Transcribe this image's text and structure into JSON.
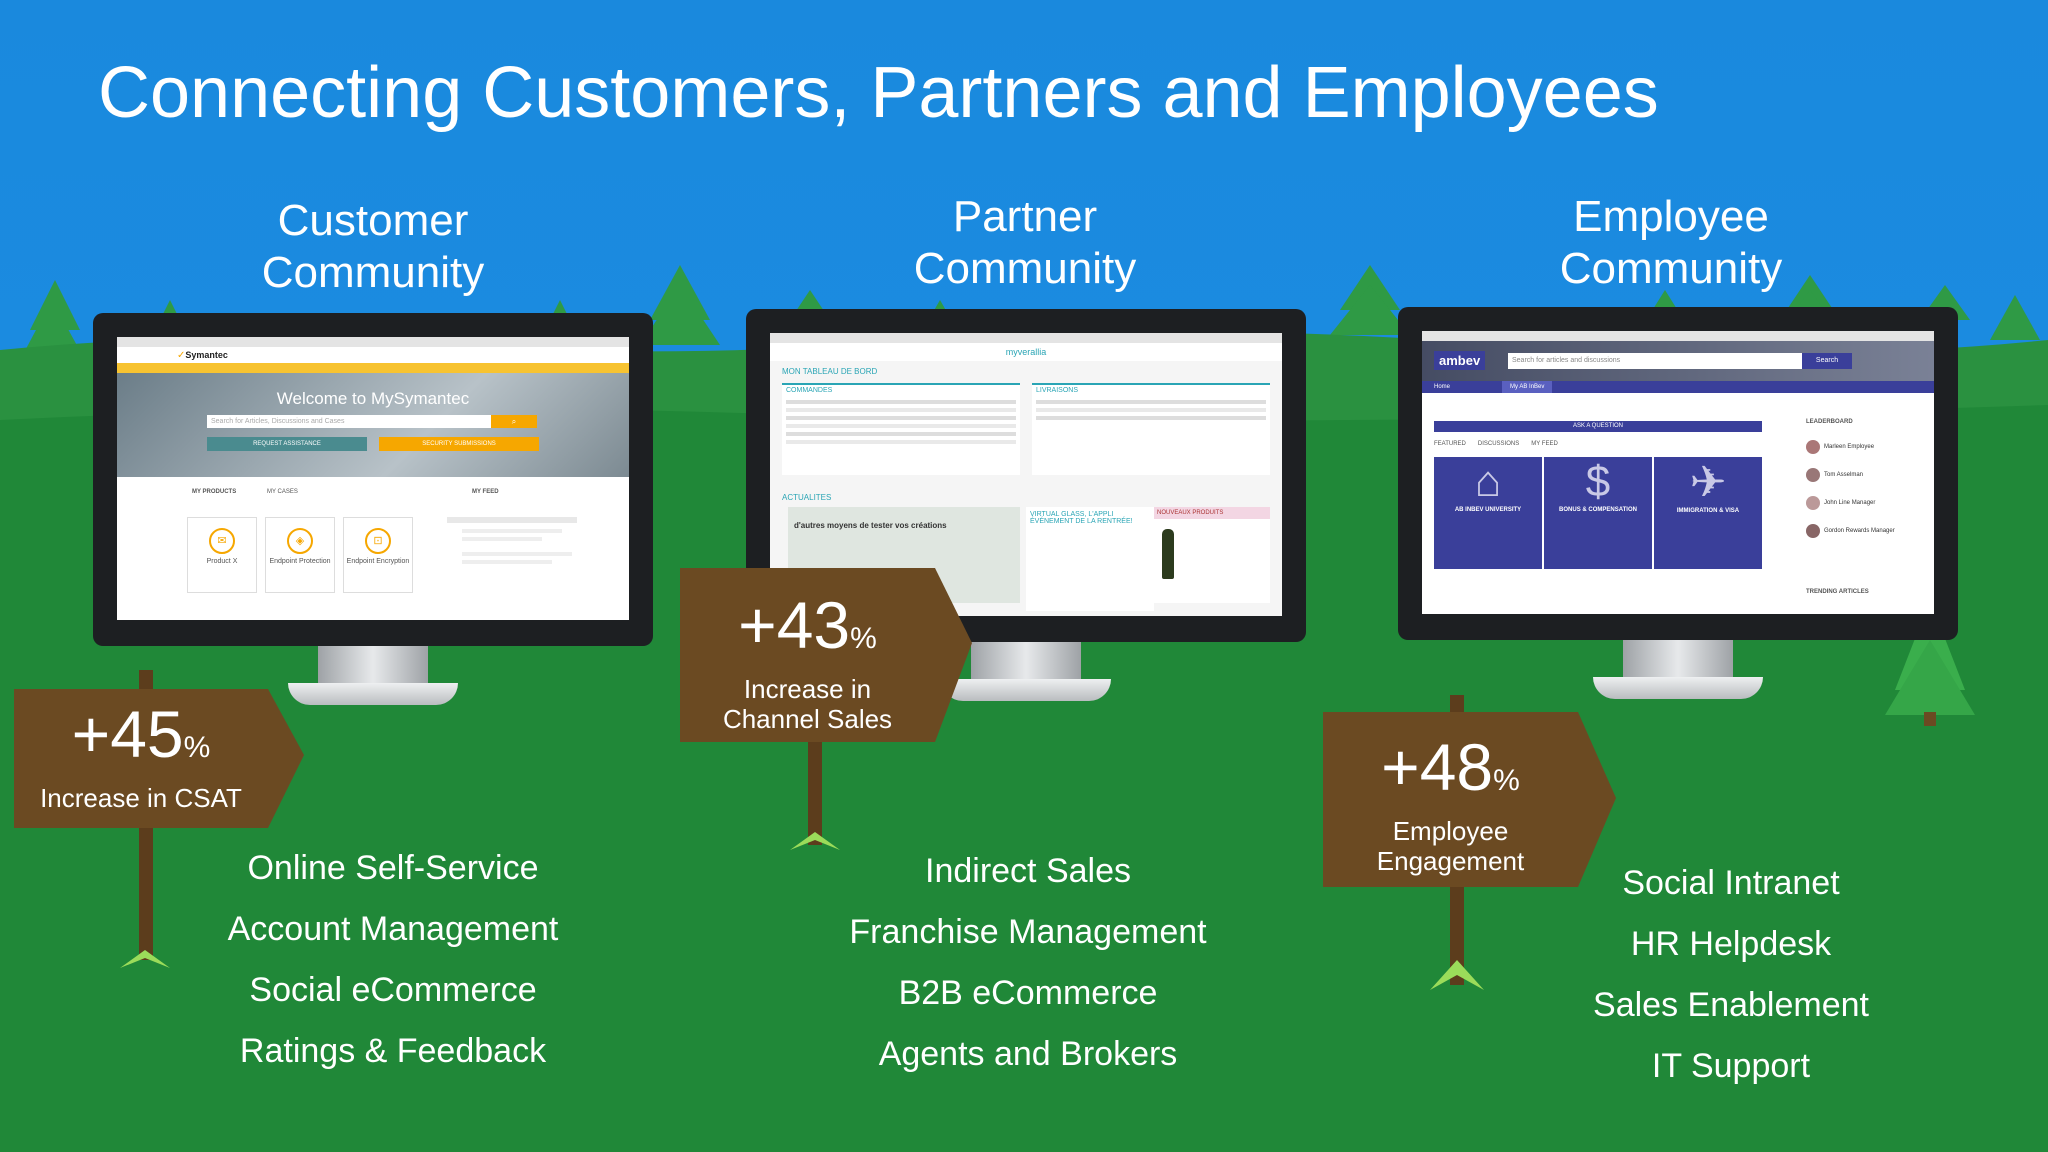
{
  "slide": {
    "title": "Connecting Customers, Partners and Employees"
  },
  "columns": [
    {
      "title_line1": "Customer",
      "title_line2": "Community",
      "stat": "+45",
      "pct": "%",
      "stat_caption_line1": "Increase in CSAT",
      "stat_caption_line2": "",
      "items": [
        "Online Self-Service",
        "Account Management",
        "Social eCommerce",
        "Ratings & Feedback"
      ],
      "screen": {
        "brand": "Symantec",
        "welcome": "Welcome to MySymantec",
        "search_placeholder": "Search for Articles, Discussions and Cases",
        "btn1": "REQUEST ASSISTANCE",
        "btn2": "SECURITY SUBMISSIONS",
        "tab1": "MY PRODUCTS",
        "tab2": "MY CASES",
        "tab3": "MY FEED",
        "prod1": "Product X",
        "prod2": "Endpoint Protection",
        "prod3": "Endpoint Encryption"
      }
    },
    {
      "title_line1": "Partner",
      "title_line2": "Community",
      "stat": "+43",
      "pct": "%",
      "stat_caption_line1": "Increase in",
      "stat_caption_line2": "Channel Sales",
      "items": [
        "Indirect Sales",
        "Franchise Management",
        "B2B eCommerce",
        "Agents and Brokers"
      ],
      "screen": {
        "brand": "myverallia",
        "dash": "MON TABLEAU DE BORD",
        "panel1": "COMMANDES",
        "panel2": "LIVRAISONS",
        "news": "ACTUALITES",
        "news_head": "d'autres moyens de tester vos créations",
        "promo": "VIRTUAL GLASS, L'APPLI ÉVÉNEMENT DE LA RENTRÉE!",
        "new_products": "NOUVEAUX PRODUITS"
      }
    },
    {
      "title_line1": "Employee",
      "title_line2": "Community",
      "stat": "+48",
      "pct": "%",
      "stat_caption_line1": "Employee",
      "stat_caption_line2": "Engagement",
      "items": [
        "Social Intranet",
        "HR Helpdesk",
        "Sales Enablement",
        "IT Support"
      ],
      "screen": {
        "brand": "ambev",
        "search_placeholder": "Search for articles and discussions",
        "search_btn": "Search",
        "home": "Home",
        "nav2": "My AB InBev",
        "ask": "ASK A QUESTION",
        "tabs": [
          "FEATURED",
          "DISCUSSIONS",
          "MY FEED"
        ],
        "tiles": [
          "AB INBEV UNIVERSITY",
          "BONUS & COMPENSATION",
          "IMMIGRATION & VISA"
        ],
        "leaderboard": "LEADERBOARD",
        "leaders": [
          "Marleen Employee",
          "Tom Asselman",
          "John Line Manager",
          "Gordon Rewards Manager"
        ],
        "trending": "TRENDING ARTICLES"
      }
    }
  ],
  "colors": {
    "sky": "#1b8be0",
    "grass": "#1e8a3c",
    "sign": "#6b4a22",
    "post": "#5c3d1c"
  }
}
